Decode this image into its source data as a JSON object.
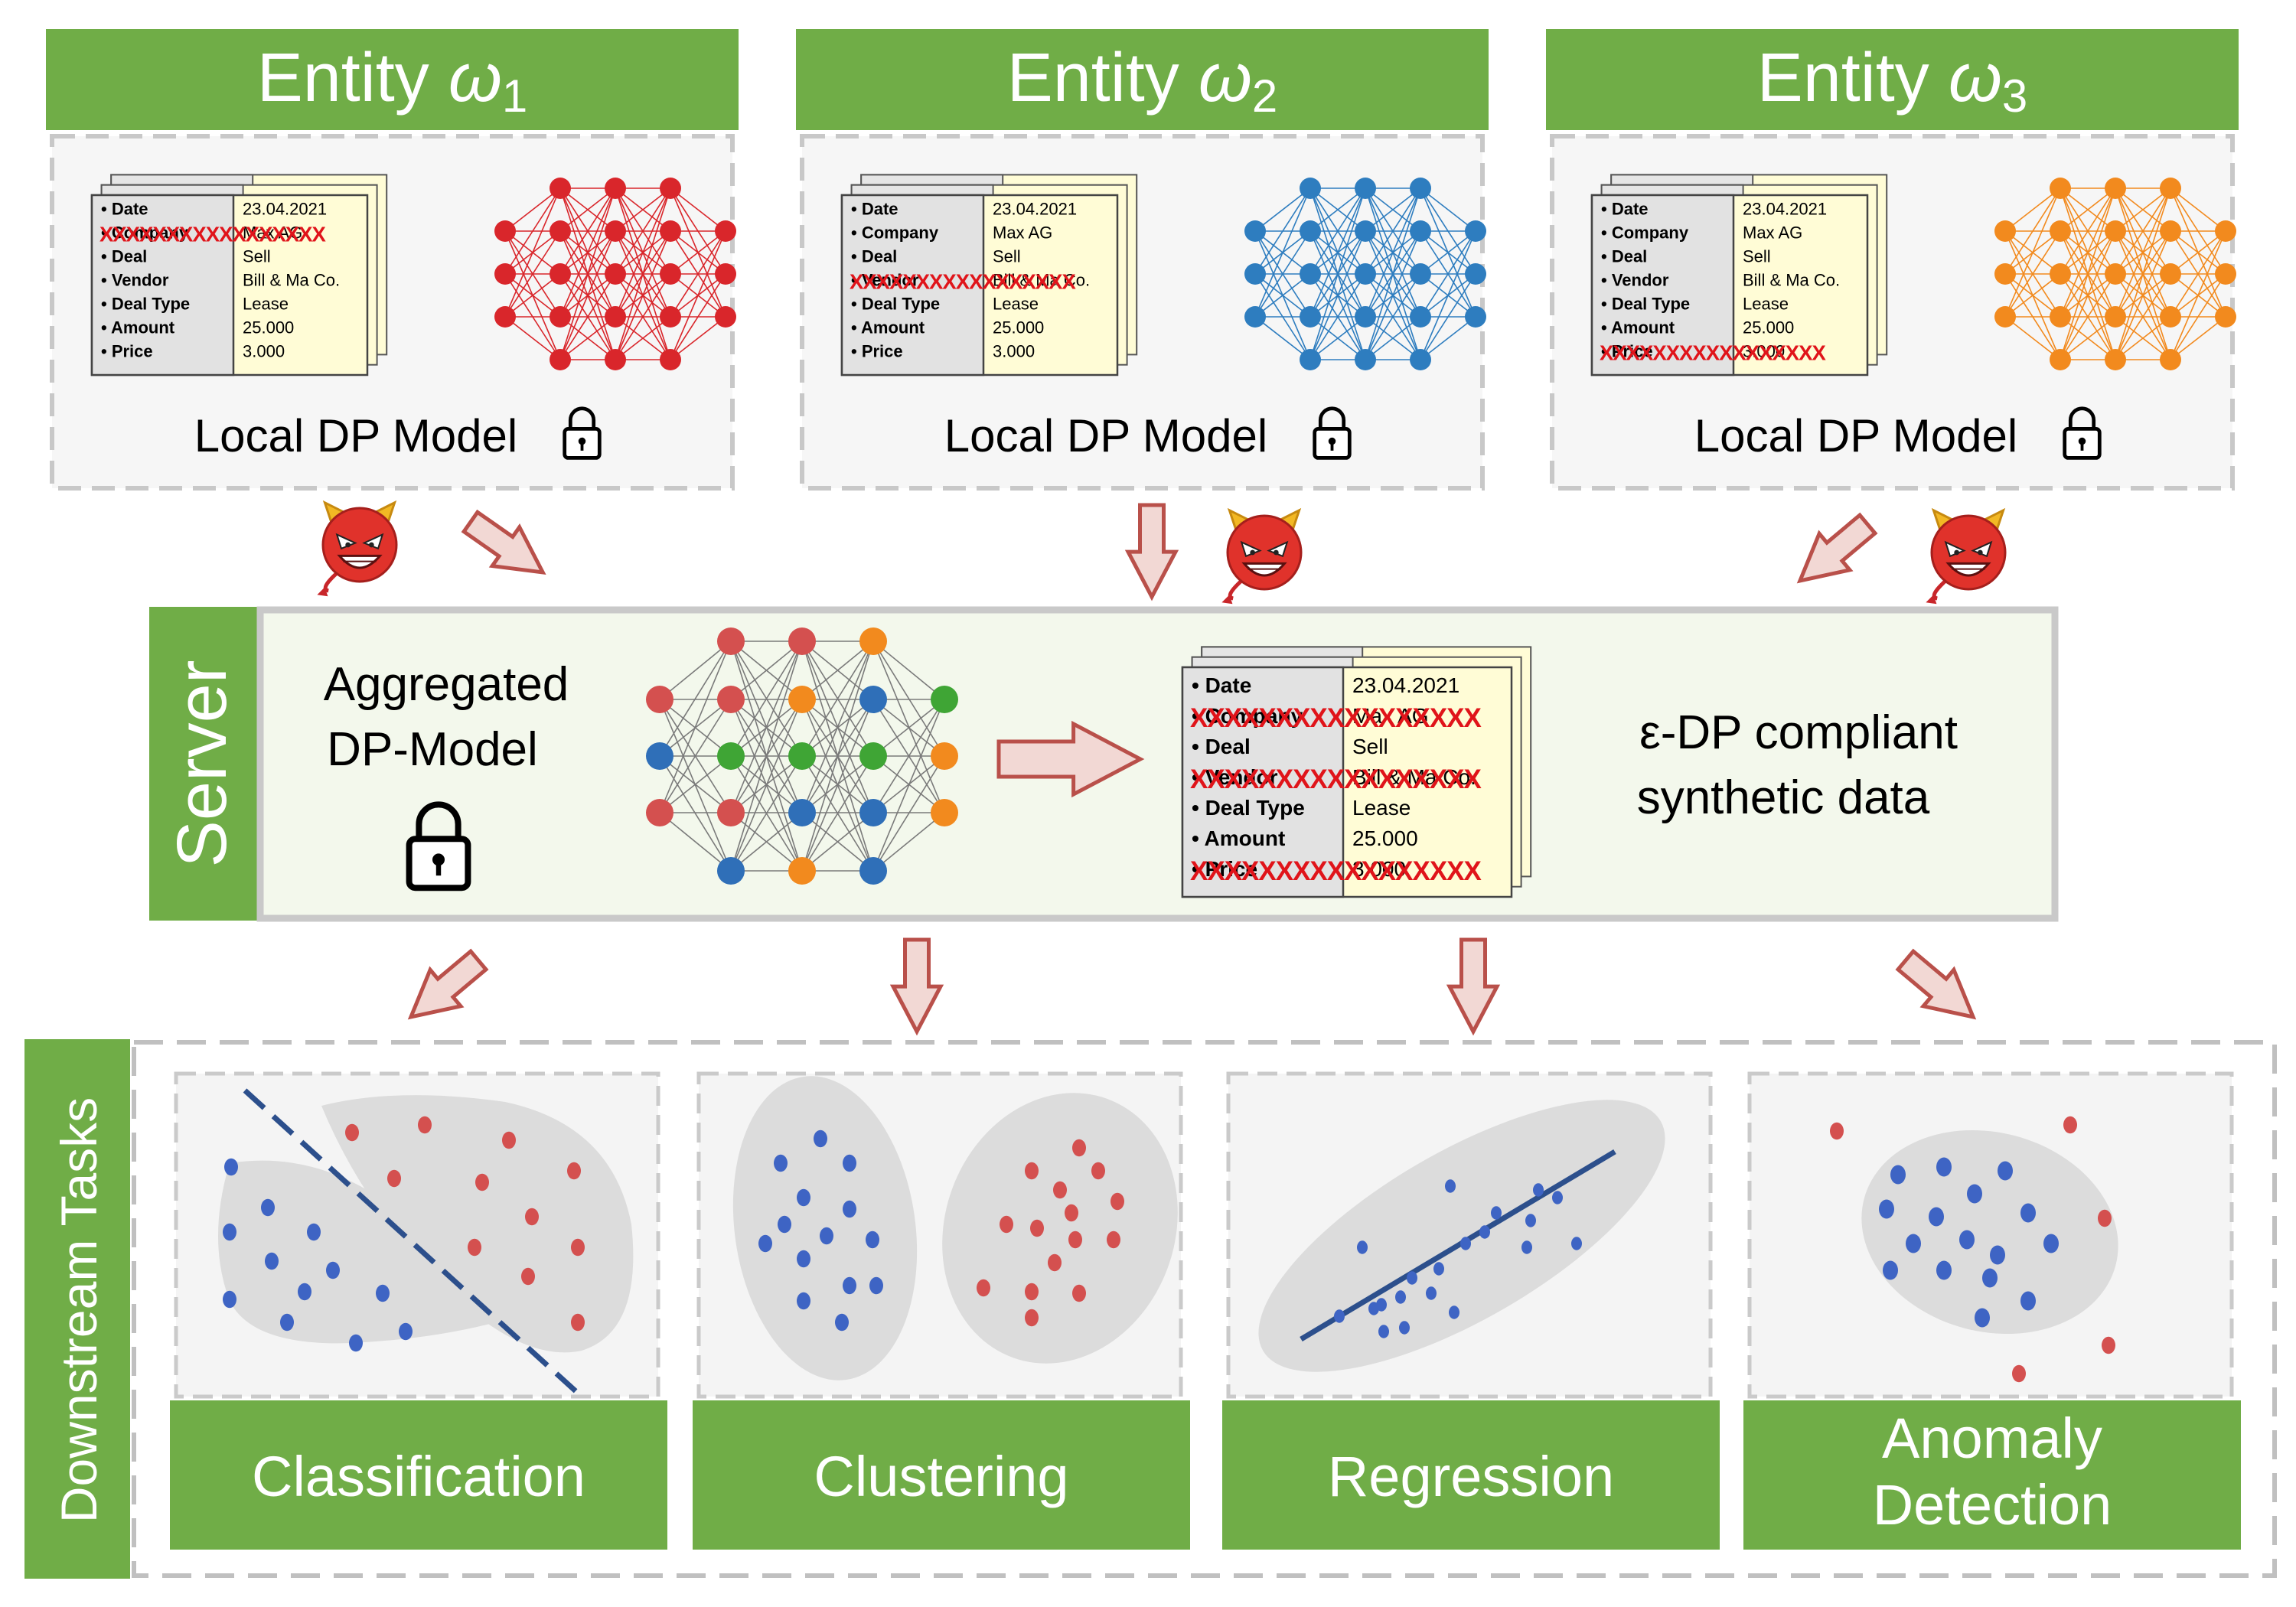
{
  "entities": [
    {
      "title": "Entity ω",
      "subscript": "1",
      "model_label": "Local DP Model",
      "color": "#d9262b",
      "record": [
        {
          "field": "Date",
          "value": "23.04.2021"
        },
        {
          "field": "Company",
          "value": "Max AG"
        },
        {
          "field": "Deal",
          "value": "Sell"
        },
        {
          "field": "Vendor",
          "value": "Bill & Ma Co."
        },
        {
          "field": "Deal Type",
          "value": "Lease"
        },
        {
          "field": "Amount",
          "value": "25.000"
        },
        {
          "field": "Price",
          "value": "3.000"
        }
      ],
      "redact_row": 1
    },
    {
      "title": "Entity ω",
      "subscript": "2",
      "model_label": "Local DP Model",
      "color": "#2e7dbf",
      "record": [
        {
          "field": "Date",
          "value": "23.04.2021"
        },
        {
          "field": "Company",
          "value": "Max AG"
        },
        {
          "field": "Deal",
          "value": "Sell"
        },
        {
          "field": "Vendor",
          "value": "Bill & Ma Co."
        },
        {
          "field": "Deal Type",
          "value": "Lease"
        },
        {
          "field": "Amount",
          "value": "25.000"
        },
        {
          "field": "Price",
          "value": "3.000"
        }
      ],
      "redact_row": 3
    },
    {
      "title": "Entity ω",
      "subscript": "3",
      "model_label": "Local DP Model",
      "color": "#f28a1e",
      "record": [
        {
          "field": "Date",
          "value": "23.04.2021"
        },
        {
          "field": "Company",
          "value": "Max AG"
        },
        {
          "field": "Deal",
          "value": "Sell"
        },
        {
          "field": "Vendor",
          "value": "Bill & Ma Co."
        },
        {
          "field": "Deal Type",
          "value": "Lease"
        },
        {
          "field": "Amount",
          "value": "25.000"
        },
        {
          "field": "Price",
          "value": "3.000"
        }
      ],
      "redact_row": 6
    }
  ],
  "redaction_text": "XXXXXXXXXXXXXXXXX",
  "server": {
    "label": "Server",
    "model_title_line1": "Aggregated",
    "model_title_line2": "DP-Model",
    "synthetic_line1": "ε-DP compliant",
    "synthetic_line2": "synthetic data",
    "record": [
      {
        "field": "Date",
        "value": "23.04.2021"
      },
      {
        "field": "Company",
        "value": "Max AG"
      },
      {
        "field": "Deal",
        "value": "Sell"
      },
      {
        "field": "Vendor",
        "value": "Bill & Ma Co."
      },
      {
        "field": "Deal Type",
        "value": "Lease"
      },
      {
        "field": "Amount",
        "value": "25.000"
      },
      {
        "field": "Price",
        "value": "3.000"
      }
    ],
    "redact_rows": [
      1,
      3,
      6
    ]
  },
  "downstream": {
    "label": "Downstream Tasks",
    "tasks": [
      {
        "name": "Classification"
      },
      {
        "name": "Clustering"
      },
      {
        "name": "Regression"
      },
      {
        "name": "Anomaly",
        "name2": "Detection"
      }
    ]
  },
  "colors": {
    "green": "#70ad47",
    "server_bg": "#f3f8ec",
    "arrow_fill": "#f2d8d4",
    "arrow_stroke": "#b9504a",
    "red_dot": "#d4504f",
    "blue_dot": "#3e64c4",
    "orange": "#f28a1e",
    "dot_green": "#3fa535"
  },
  "icons": {
    "devil": "devil-emoji-icon",
    "lock": "padlock-icon"
  }
}
